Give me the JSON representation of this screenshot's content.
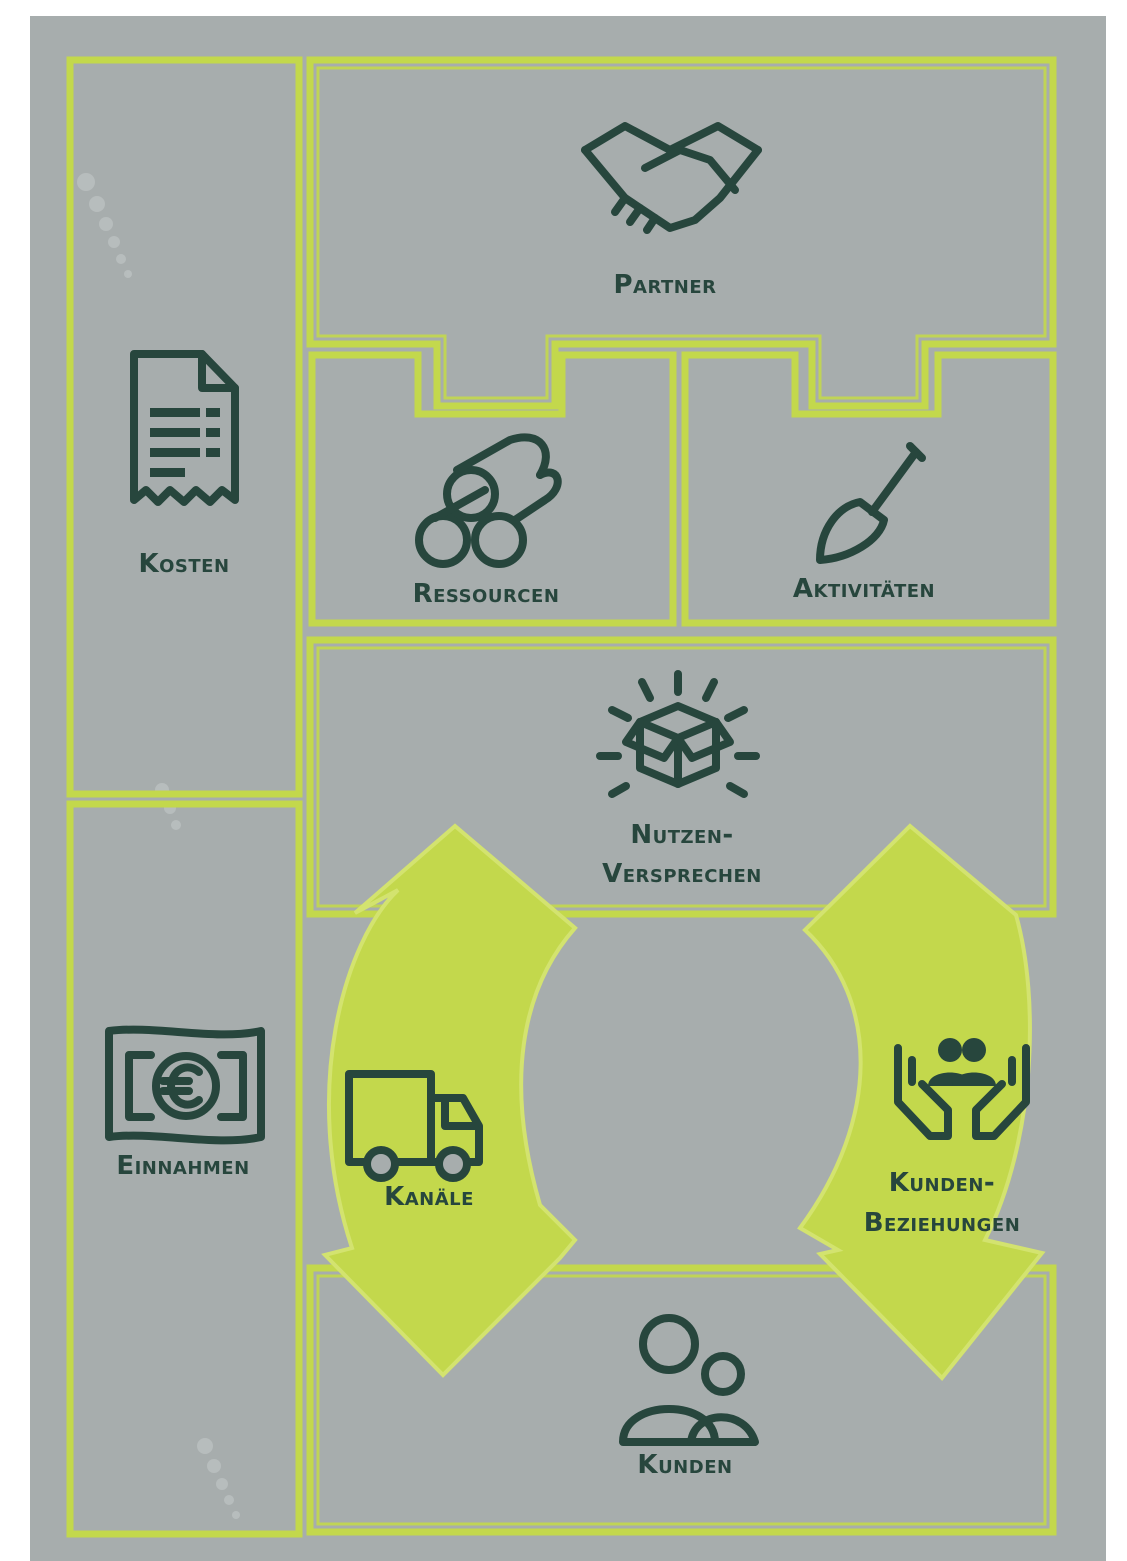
{
  "blocks": {
    "partner": {
      "label": "Partner",
      "icon": "handshake-icon"
    },
    "kosten": {
      "label": "Kosten",
      "icon": "receipt-icon"
    },
    "ressourcen": {
      "label": "Ressourcen",
      "icon": "logs-icon"
    },
    "aktivitaeten": {
      "label": "Aktivitäten",
      "icon": "shovel-icon"
    },
    "nutzen": {
      "label_line1": "Nutzen-",
      "label_line2": "Versprechen",
      "icon": "open-box-icon"
    },
    "einnahmen": {
      "label": "Einnahmen",
      "icon": "euro-banknote-icon"
    },
    "kanaele": {
      "label": "Kanäle",
      "icon": "truck-icon"
    },
    "kundenbeziehungen": {
      "label_line1": "Kunden-",
      "label_line2": "Beziehungen",
      "icon": "hands-with-people-icon"
    },
    "kunden": {
      "label": "Kunden",
      "icon": "people-icon"
    }
  },
  "colors": {
    "background": "#a7adad",
    "accent": "#c3d84c",
    "text": "#27463d"
  }
}
